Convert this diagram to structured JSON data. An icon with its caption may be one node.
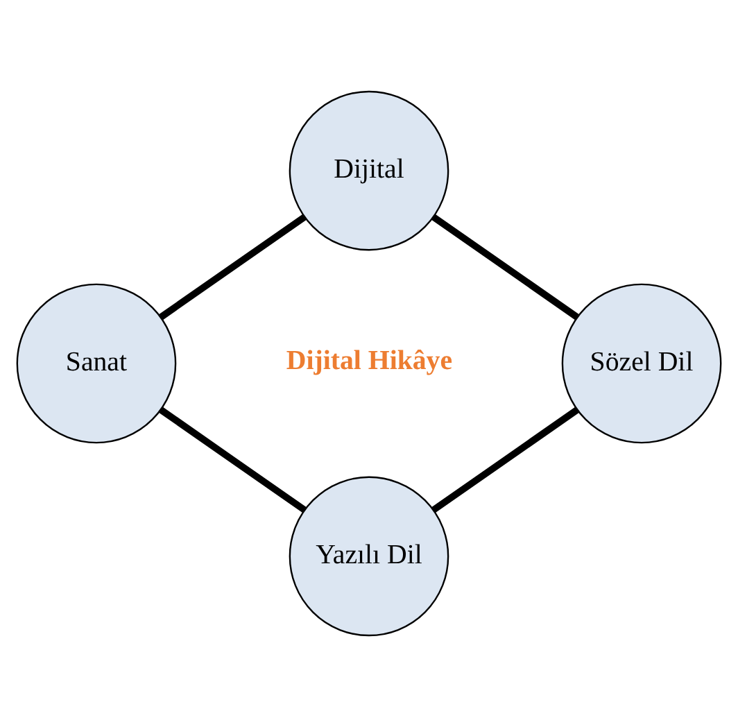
{
  "diagram": {
    "nodes": [
      {
        "text": [
          "Dijital"
        ]
      },
      {
        "text": [
          "Sanat"
        ]
      },
      {
        "text": [
          "Sözel Dil"
        ]
      },
      {
        "text": [
          "Yazılı Dil"
        ]
      }
    ],
    "edges": [
      {
        "from": 0,
        "to": 1,
        "arrow": "none"
      },
      {
        "from": 0,
        "to": 2,
        "arrow": "none"
      },
      {
        "from": 1,
        "to": 3,
        "arrow": "none"
      },
      {
        "from": 2,
        "to": 3,
        "arrow": "none"
      }
    ],
    "labels": [
      "Dijital Hikâye"
    ]
  }
}
